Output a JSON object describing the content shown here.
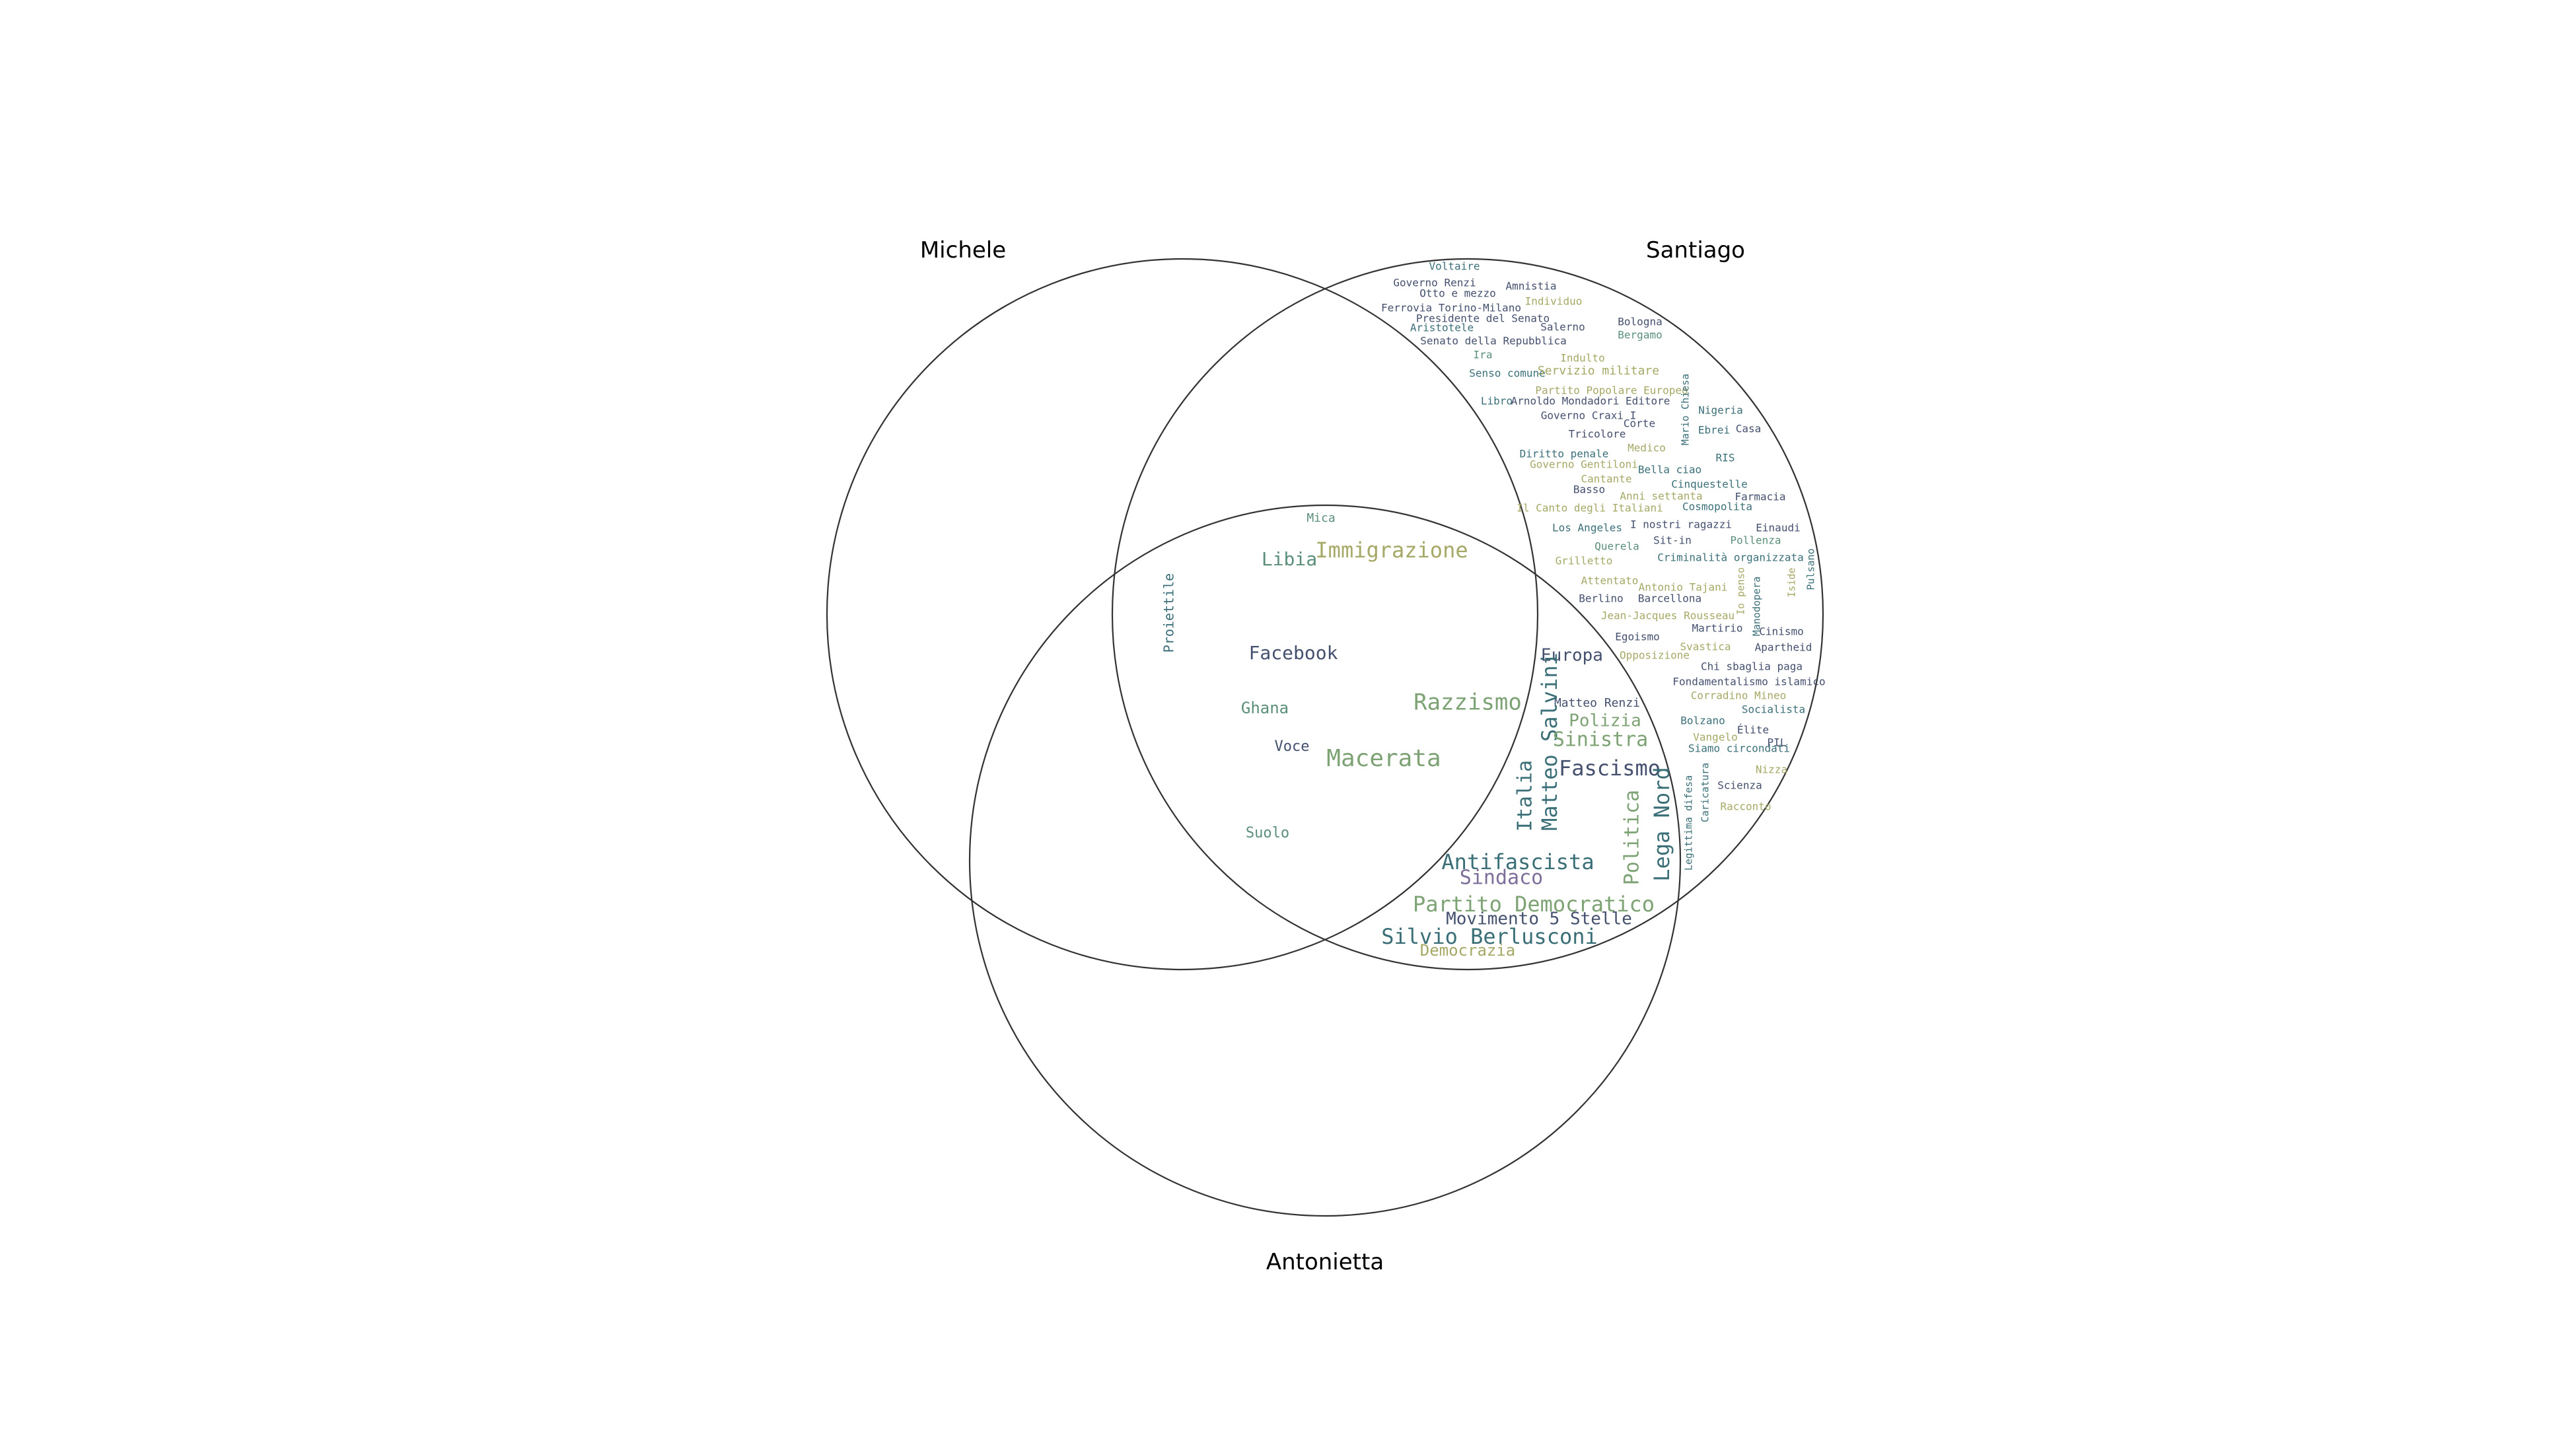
{
  "sets": [
    {
      "name": "Michele"
    },
    {
      "name": "Santiago"
    },
    {
      "name": "Antonietta"
    }
  ],
  "palette": [
    "#44506e",
    "#3b6f78",
    "#5b8f7a",
    "#7da274",
    "#a6a866",
    "#7d6e9a"
  ],
  "words": [
    {
      "text": "Voltaire",
      "c": 1
    },
    {
      "text": "Governo Renzi",
      "c": 0
    },
    {
      "text": "Otto e mezzo",
      "c": 0
    },
    {
      "text": "Amnistia",
      "c": 0
    },
    {
      "text": "Individuo",
      "c": 4
    },
    {
      "text": "Ferrovia Torino-Milano",
      "c": 0
    },
    {
      "text": "Presidente del Senato",
      "c": 0
    },
    {
      "text": "Aristotele",
      "c": 1
    },
    {
      "text": "Salerno",
      "c": 0
    },
    {
      "text": "Bologna",
      "c": 0
    },
    {
      "text": "Bergamo",
      "c": 2
    },
    {
      "text": "Senato della Repubblica",
      "c": 0
    },
    {
      "text": "Ira",
      "c": 2
    },
    {
      "text": "Indulto",
      "c": 4
    },
    {
      "text": "Senso comune",
      "c": 1
    },
    {
      "text": "Servizio militare",
      "c": 4
    },
    {
      "text": "Partito Popolare Europeo",
      "c": 4
    },
    {
      "text": "Libro",
      "c": 1
    },
    {
      "text": "Arnoldo Mondadori Editore",
      "c": 0
    },
    {
      "text": "Mario Chiesa",
      "c": 1
    },
    {
      "text": "Governo Craxi I",
      "c": 0
    },
    {
      "text": "Nigeria",
      "c": 1
    },
    {
      "text": "Corte",
      "c": 0
    },
    {
      "text": "Ebrei",
      "c": 1
    },
    {
      "text": "Casa",
      "c": 0
    },
    {
      "text": "Tricolore",
      "c": 0
    },
    {
      "text": "Medico",
      "c": 4
    },
    {
      "text": "Diritto penale",
      "c": 1
    },
    {
      "text": "RIS",
      "c": 1
    },
    {
      "text": "Governo Gentiloni",
      "c": 4
    },
    {
      "text": "Bella ciao",
      "c": 1
    },
    {
      "text": "Cantante",
      "c": 4
    },
    {
      "text": "Cinquestelle",
      "c": 1
    },
    {
      "text": "Basso",
      "c": 0
    },
    {
      "text": "Anni settanta",
      "c": 4
    },
    {
      "text": "Farmacia",
      "c": 0
    },
    {
      "text": "Il Canto degli Italiani",
      "c": 4
    },
    {
      "text": "Cosmopolita",
      "c": 1
    },
    {
      "text": "Los Angeles",
      "c": 1
    },
    {
      "text": "I nostri ragazzi",
      "c": 0
    },
    {
      "text": "Einaudi",
      "c": 0
    },
    {
      "text": "Querela",
      "c": 2
    },
    {
      "text": "Sit-in",
      "c": 0
    },
    {
      "text": "Pollenza",
      "c": 2
    },
    {
      "text": "Pulsano",
      "c": 1
    },
    {
      "text": "Grilletto",
      "c": 4
    },
    {
      "text": "Criminalità organizzata",
      "c": 1
    },
    {
      "text": "Attentato",
      "c": 4
    },
    {
      "text": "Antonio Tajani",
      "c": 4
    },
    {
      "text": "Io penso",
      "c": 4
    },
    {
      "text": "Iside",
      "c": 4
    },
    {
      "text": "Berlino",
      "c": 0
    },
    {
      "text": "Barcellona",
      "c": 0
    },
    {
      "text": "Manodopera",
      "c": 1
    },
    {
      "text": "Jean-Jacques Rousseau",
      "c": 4
    },
    {
      "text": "Martirio",
      "c": 0
    },
    {
      "text": "Egoismo",
      "c": 0
    },
    {
      "text": "Cinismo",
      "c": 0
    },
    {
      "text": "Svastica",
      "c": 4
    },
    {
      "text": "Apartheid",
      "c": 0
    },
    {
      "text": "Opposizione",
      "c": 4
    },
    {
      "text": "Chi sbaglia paga",
      "c": 0
    },
    {
      "text": "Fondamentalismo islamico",
      "c": 0
    },
    {
      "text": "Corradino Mineo",
      "c": 4
    },
    {
      "text": "Socialista",
      "c": 1
    },
    {
      "text": "Bolzano",
      "c": 1
    },
    {
      "text": "Élite",
      "c": 0
    },
    {
      "text": "Vangelo",
      "c": 4
    },
    {
      "text": "PIL",
      "c": 0
    },
    {
      "text": "Siamo circondati",
      "c": 1
    },
    {
      "text": "Nizza",
      "c": 4
    },
    {
      "text": "Legittima difesa",
      "c": 1
    },
    {
      "text": "Caricatura",
      "c": 1
    },
    {
      "text": "Scienza",
      "c": 0
    },
    {
      "text": "Racconto",
      "c": 4
    },
    {
      "text": "Mica",
      "c": 2
    },
    {
      "text": "Libia",
      "c": 2
    },
    {
      "text": "Immigrazione",
      "c": 4
    },
    {
      "text": "Proiettile",
      "c": 1
    },
    {
      "text": "Facebook",
      "c": 0
    },
    {
      "text": "Europa",
      "c": 0
    },
    {
      "text": "Ghana",
      "c": 2
    },
    {
      "text": "Razzismo",
      "c": 3
    },
    {
      "text": "Matteo Renzi",
      "c": 0
    },
    {
      "text": "Polizia",
      "c": 3
    },
    {
      "text": "Matteo Salvini",
      "c": 1
    },
    {
      "text": "Sinistra",
      "c": 3
    },
    {
      "text": "Voce",
      "c": 0
    },
    {
      "text": "Macerata",
      "c": 3
    },
    {
      "text": "Fascismo",
      "c": 0
    },
    {
      "text": "Italia",
      "c": 1
    },
    {
      "text": "Politica",
      "c": 3
    },
    {
      "text": "Lega Nord",
      "c": 1
    },
    {
      "text": "Suolo",
      "c": 2
    },
    {
      "text": "Antifascista",
      "c": 1
    },
    {
      "text": "Sindaco",
      "c": 5
    },
    {
      "text": "Partito Democratico",
      "c": 3
    },
    {
      "text": "Movimento 5 Stelle",
      "c": 0
    },
    {
      "text": "Silvio Berlusconi",
      "c": 1
    },
    {
      "text": "Democrazia",
      "c": 4
    }
  ]
}
